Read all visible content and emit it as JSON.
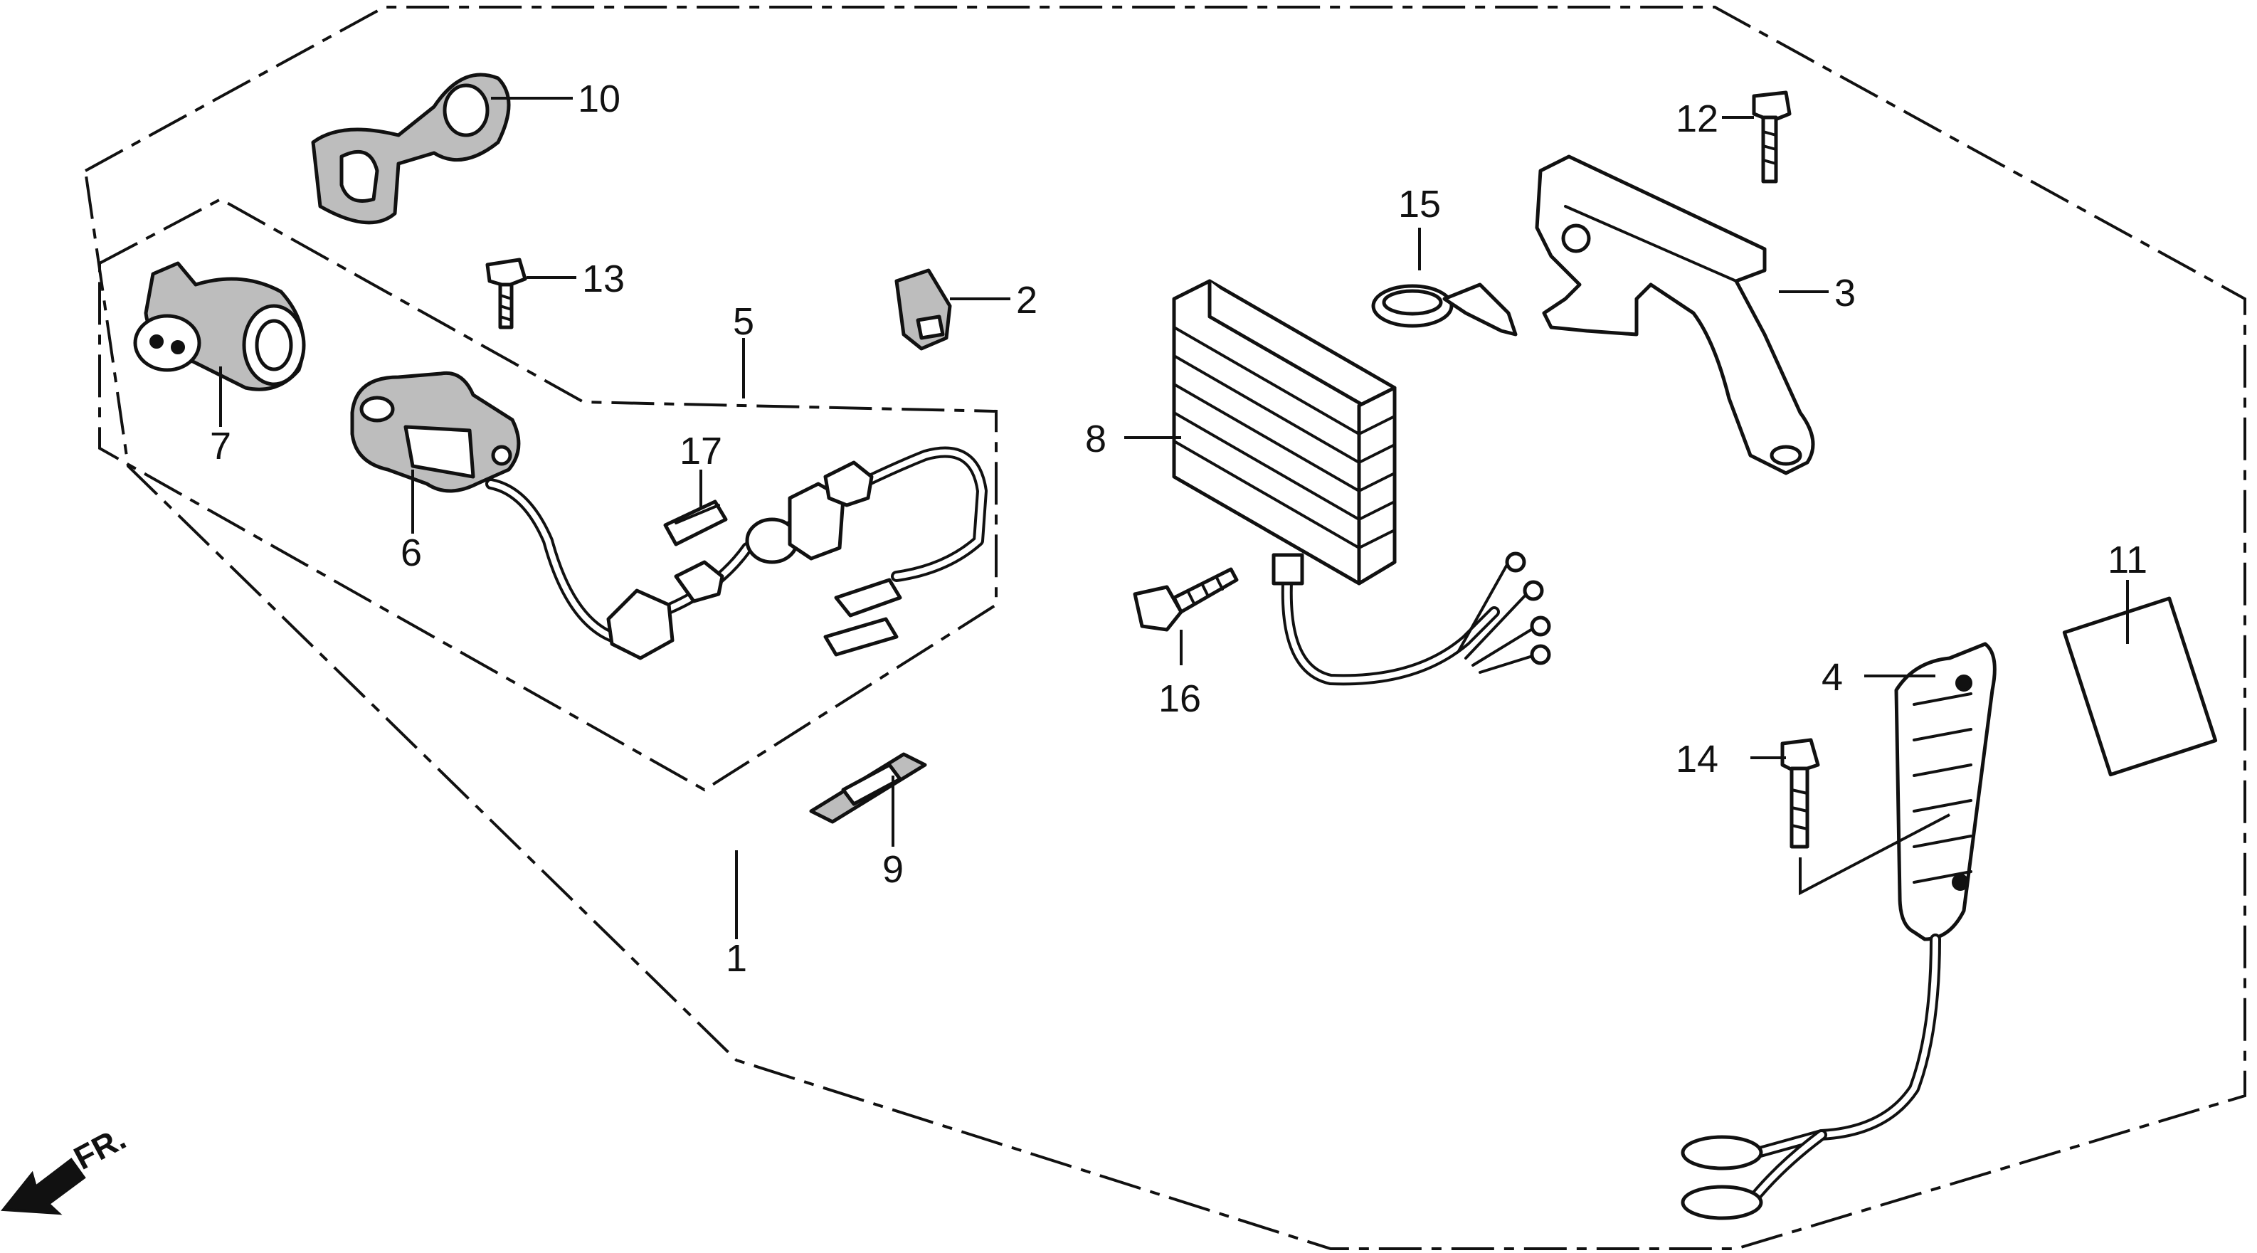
{
  "callouts": {
    "c1": "1",
    "c2": "2",
    "c3": "3",
    "c4": "4",
    "c5": "5",
    "c6": "6",
    "c7": "7",
    "c8": "8",
    "c9": "9",
    "c10": "10",
    "c11": "11",
    "c12": "12",
    "c13": "13",
    "c14": "14",
    "c15": "15",
    "c16": "16",
    "c17": "17"
  },
  "direction": {
    "label": "FR."
  }
}
